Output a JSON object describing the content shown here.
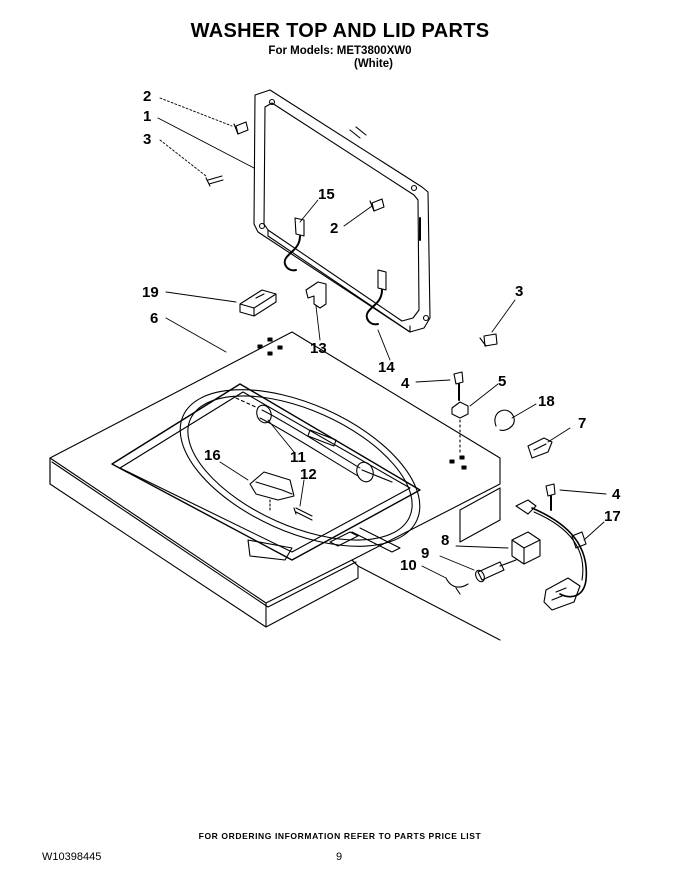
{
  "header": {
    "title": "WASHER TOP AND LID PARTS",
    "models": "For Models: MET3800XW0",
    "variant": "(White)"
  },
  "callouts": [
    "2",
    "1",
    "3",
    "15",
    "2",
    "19",
    "6",
    "13",
    "14",
    "3",
    "4",
    "5",
    "18",
    "7",
    "16",
    "11",
    "12",
    "4",
    "17",
    "8",
    "9",
    "10"
  ],
  "footer": {
    "note": "FOR ORDERING INFORMATION REFER TO PARTS PRICE LIST",
    "doc_number": "W10398445",
    "page": "9"
  }
}
